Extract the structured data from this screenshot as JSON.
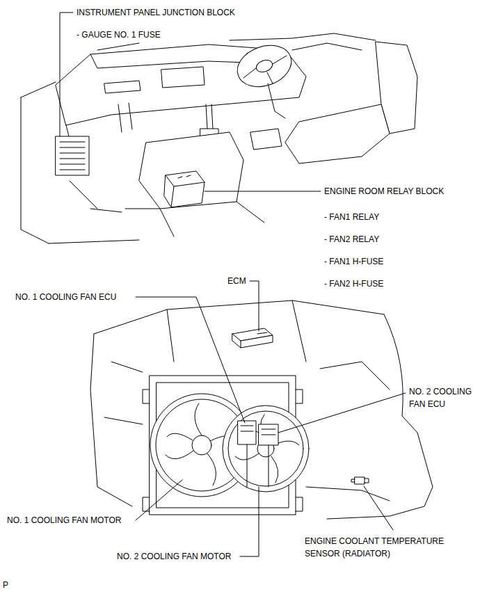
{
  "diagram": {
    "labels": [
      "INSTRUMENT PANEL JUNCTION BLOCK",
      "- GAUGE NO. 1 FUSE",
      "ENGINE ROOM RELAY BLOCK",
      "- FAN1 RELAY",
      "- FAN2 RELAY",
      "- FAN1 H-FUSE",
      "- FAN2 H-FUSE",
      "ECM",
      "NO. 1 COOLING FAN ECU",
      "NO. 2 COOLING FAN ECU",
      "NO. 1 COOLING FAN MOTOR",
      "NO. 2 COOLING FAN MOTOR",
      "ENGINE COOLANT TEMPERATURE SENSOR (RADIATOR)",
      "P"
    ]
  }
}
